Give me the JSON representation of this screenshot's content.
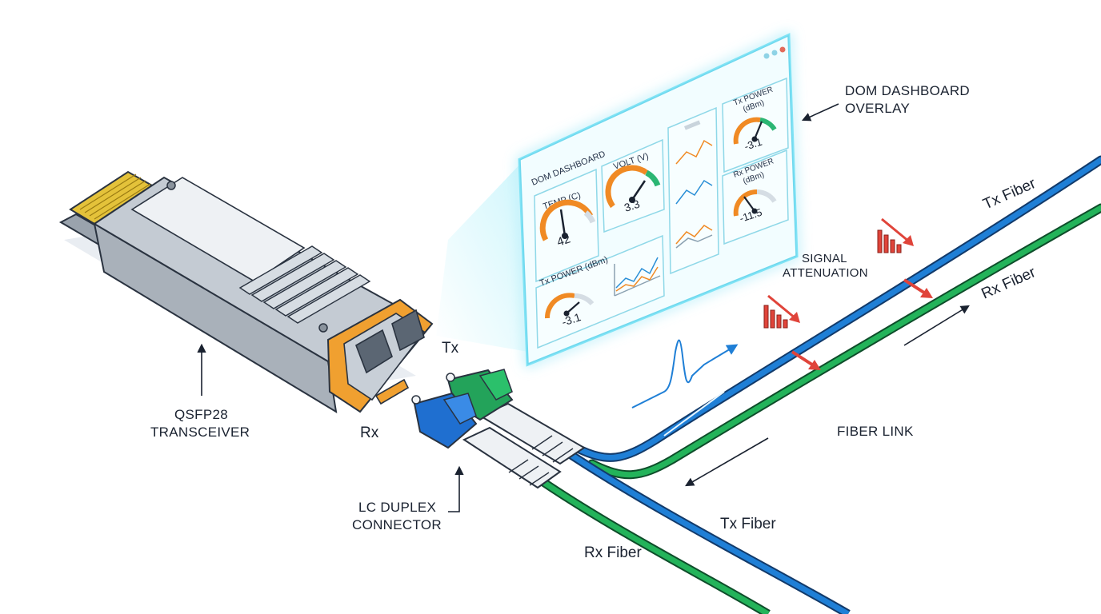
{
  "labels": {
    "transceiver": [
      "QSFP28",
      "TRANSCEIVER"
    ],
    "connector": [
      "LC DUPLEX",
      "CONNECTOR"
    ],
    "dom_overlay": [
      "DOM DASHBOARD",
      "OVERLAY"
    ],
    "signal_attenuation": [
      "SIGNAL",
      "ATTENUATION"
    ],
    "fiber_link": "FIBER LINK",
    "tx_port": "Tx",
    "rx_port": "Rx",
    "tx_fiber_upper": "Tx Fiber",
    "rx_fiber_upper": "Rx Fiber",
    "tx_fiber_lower": "Tx Fiber",
    "rx_fiber_lower": "Rx Fiber"
  },
  "dashboard": {
    "title": "DOM DASHBOARD",
    "temp": {
      "label": "TEMP (C)",
      "value": "42"
    },
    "volt": {
      "label": "VOLT (V)",
      "value": "3.3"
    },
    "tx_power_main": {
      "label": "Tx POWER (dBm)",
      "value": "-3.1"
    },
    "tx_power_side": {
      "label_line1": "Tx POWER",
      "label_line2": "(dBm)",
      "value": "-3.1"
    },
    "rx_power_side": {
      "label_line1": "Rx POWER",
      "label_line2": "(dBm)",
      "value": "-11.5"
    }
  },
  "colors": {
    "tx_fiber": "#1f7fd6",
    "rx_fiber": "#23b35a",
    "transceiver_body": "#b9c0c8",
    "port_accent": "#f0a030",
    "dashboard_glow": "#7fe3f5",
    "attenuation": "#e0443a",
    "gauge_orange": "#f08a24",
    "gauge_green": "#2bb673"
  }
}
